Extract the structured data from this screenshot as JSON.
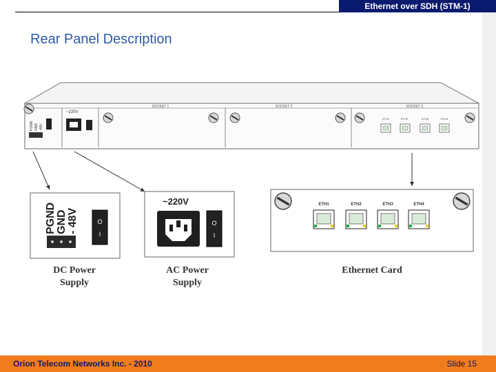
{
  "header": {
    "product_title": "Ethernet over SDH (STM-1)",
    "slide_title": "Rear Panel Description"
  },
  "panel": {
    "socket1": "SOCKET 1",
    "socket2": "SOCKET 2",
    "socket3": "SOCKET 3",
    "voltage_small": "~220V",
    "dc_pins_small": [
      "PGND",
      "GND",
      "-48V"
    ],
    "eth_ports_small": [
      "ETH1",
      "ETH2",
      "ETH3",
      "ETH4"
    ]
  },
  "details": {
    "dc_pins": [
      "PGND",
      "GND",
      "- 48V"
    ],
    "switch_on": "O",
    "switch_off": "I",
    "ac_voltage": "~220V",
    "eth_ports": [
      "ETH1",
      "ETH2",
      "ETH3",
      "ETH4"
    ]
  },
  "captions": {
    "dc_line1": "DC Power",
    "dc_line2": "Supply",
    "ac_line1": "AC Power",
    "ac_line2": "Supply",
    "eth": "Ethernet Card"
  },
  "footer": {
    "company": "Orion Telecom Networks Inc. - 2010",
    "slide": "Slide 15"
  },
  "colors": {
    "header_bg": "#0a1a6e",
    "title": "#2d5aa8",
    "footer_bg": "#f07c1c",
    "footer_text": "#0a1a6e",
    "port_led_green": "#22aa44",
    "port_led_yellow": "#e8d020"
  }
}
